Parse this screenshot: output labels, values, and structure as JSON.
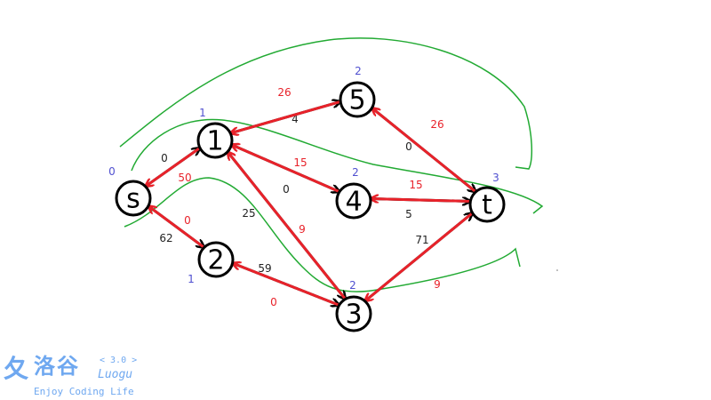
{
  "colors": {
    "forward": "#000000",
    "residual": "#e8222a",
    "level": "#5050d0",
    "cut": "#22aa33",
    "logo": "#6fa8f0"
  },
  "nodes": [
    {
      "id": "s",
      "label": "s",
      "level": "0"
    },
    {
      "id": "1",
      "label": "1",
      "level": "1"
    },
    {
      "id": "2",
      "label": "2",
      "level": "1"
    },
    {
      "id": "3",
      "label": "3",
      "level": "2"
    },
    {
      "id": "4",
      "label": "4",
      "level": "2"
    },
    {
      "id": "5",
      "label": "5",
      "level": "2"
    },
    {
      "id": "t",
      "label": "t",
      "level": "3"
    }
  ],
  "forward_edges": [
    {
      "from": "s",
      "to": "1",
      "cap": "0"
    },
    {
      "from": "s",
      "to": "2",
      "cap": "62"
    },
    {
      "from": "1",
      "to": "5",
      "cap": "4"
    },
    {
      "from": "1",
      "to": "4",
      "cap": "0"
    },
    {
      "from": "1",
      "to": "3",
      "cap": "25"
    },
    {
      "from": "2",
      "to": "3",
      "cap": "59"
    },
    {
      "from": "5",
      "to": "t",
      "cap": "0"
    },
    {
      "from": "4",
      "to": "t",
      "cap": "5"
    },
    {
      "from": "3",
      "to": "t",
      "cap": "71"
    }
  ],
  "reverse_edges": [
    {
      "from": "1",
      "to": "s",
      "cap": "50"
    },
    {
      "from": "2",
      "to": "s",
      "cap": "0"
    },
    {
      "from": "5",
      "to": "1",
      "cap": "26"
    },
    {
      "from": "4",
      "to": "1",
      "cap": "15"
    },
    {
      "from": "3",
      "to": "1",
      "cap": "9"
    },
    {
      "from": "3",
      "to": "2",
      "cap": "0"
    },
    {
      "from": "t",
      "to": "5",
      "cap": "26"
    },
    {
      "from": "t",
      "to": "4",
      "cap": "15"
    },
    {
      "from": "t",
      "to": "3",
      "cap": "9"
    }
  ],
  "logo": {
    "mark": "夂",
    "name_cn": "洛谷",
    "version": "< 3.0 >",
    "name_en": "Luogu",
    "slogan": "Enjoy Coding Life"
  }
}
